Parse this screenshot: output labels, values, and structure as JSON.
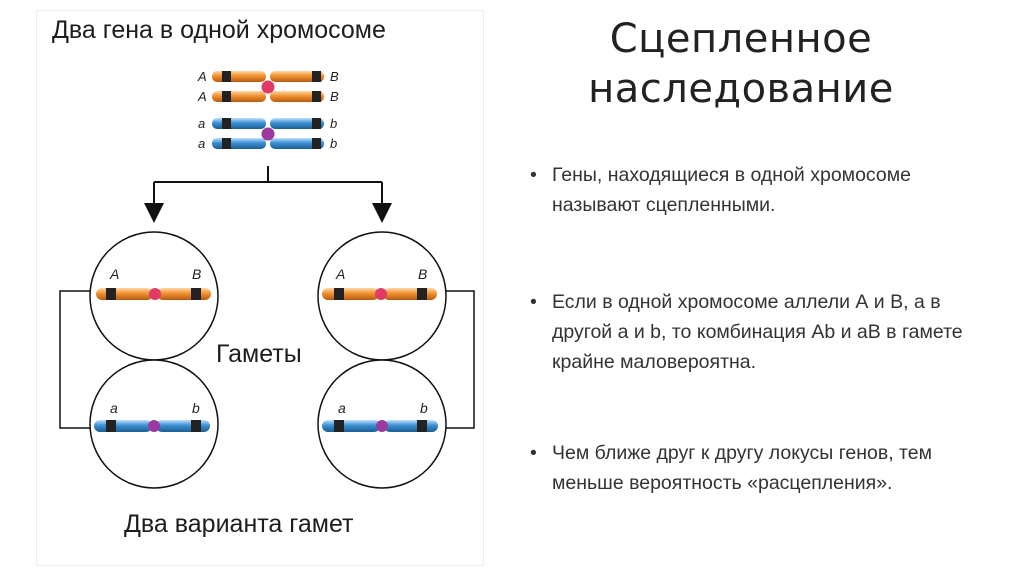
{
  "figure": {
    "top_caption": "Два гена в одной хромосоме",
    "bottom_caption": "Два варианта гамет",
    "gametes_label": "Гаметы",
    "parent_alleles": {
      "upper_left": "A",
      "upper_right": "B",
      "lower_left": "a",
      "lower_right": "b"
    },
    "gamete_alleles": {
      "dominant_left": "A",
      "dominant_right": "B",
      "recessive_left": "a",
      "recessive_right": "b"
    },
    "colors": {
      "orange_chromosome": "#e88a2e",
      "blue_chromosome": "#3b8fd1",
      "band": "#222222",
      "centromere_orange": "#e23a67",
      "centromere_blue": "#9b3aa0"
    }
  },
  "title": {
    "line1": "Сцепленное",
    "line2": "наследование"
  },
  "bullets": [
    {
      "marker": "•",
      "text": "Гены, находящиеся в одной хромосоме называют сцепленными."
    },
    {
      "marker": "•",
      "text": "Если в одной хромосоме аллели А и В, а в другой a и b, то комбинация Ab и aB в гамете крайне маловероятна."
    },
    {
      "marker": "•",
      "text": "Чем ближе друг к другу локусы генов, тем меньше вероятность «расцепления»."
    }
  ]
}
